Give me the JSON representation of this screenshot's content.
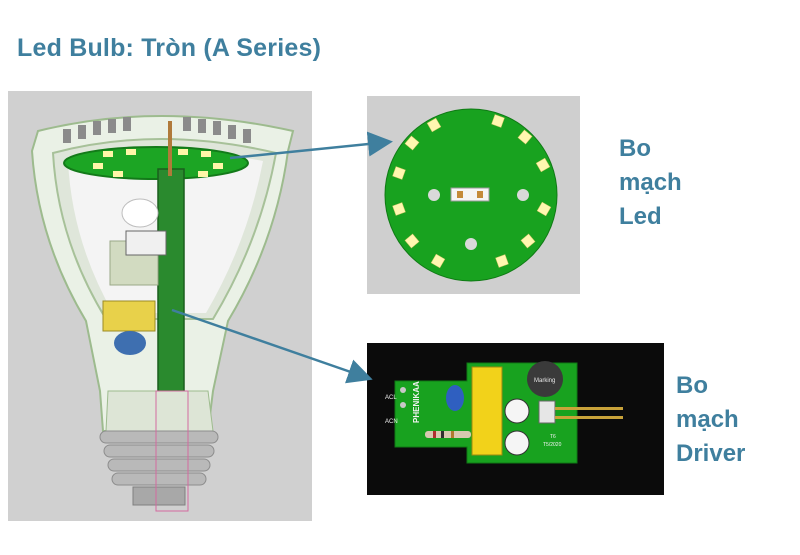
{
  "title": "Led Bulb: Tròn (A Series)",
  "labels": {
    "led_board": [
      "Bo",
      "mạch",
      "Led"
    ],
    "driver_board": [
      "Bo",
      "mạch",
      "Driver"
    ]
  },
  "driver_pcb_text": {
    "brand": "PHENIKAA",
    "marking": "Marking",
    "date": "T5/2020",
    "revision": "T6",
    "pin_l": "ACL",
    "pin_n": "ACN"
  },
  "colors": {
    "accent": "#3f7f9e",
    "pcb_green": "#18a21f",
    "led_yellow": "#fff7b0",
    "arrow": "#3f7f9e"
  }
}
